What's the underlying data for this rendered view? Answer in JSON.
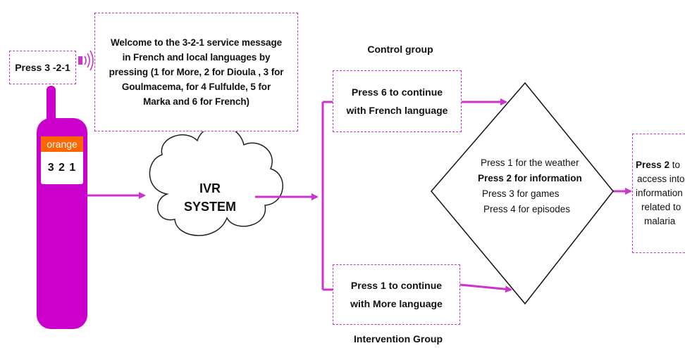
{
  "diagram": {
    "colors": {
      "accent": "#cc33cc",
      "phone_body": "#cc00cc",
      "orange_brand": "#ff6600",
      "text": "#111111"
    },
    "press_box": {
      "text": "Press 3 -2-1"
    },
    "welcome_box": {
      "lines": [
        "Welcome to the 3-2-1 service message",
        "in French and local languages by",
        "pressing (1 for More, 2 for Dioula , 3 for",
        "Goulmacema, for 4 Fulfulde, 5 for",
        "Marka and 6 for French)"
      ]
    },
    "phone": {
      "brand": "orange",
      "display": "3 2 1"
    },
    "cloud": {
      "line1": "IVR",
      "line2": "SYSTEM"
    },
    "control_group": {
      "label": "Control group",
      "lines": [
        "Press 6 to continue",
        "with French language"
      ]
    },
    "intervention_group": {
      "label": "Intervention Group",
      "lines": [
        "Press 1 to continue",
        "with More language"
      ]
    },
    "menu": {
      "lines": [
        "Press 1 for the weather",
        "Press 2 for information",
        "Press 3 for games",
        "Press 4 for episodes"
      ]
    },
    "outcome": {
      "bold": "Press 2",
      "line1_rest": " to",
      "lines": [
        "access into",
        "information",
        "related to",
        "malaria"
      ]
    }
  }
}
